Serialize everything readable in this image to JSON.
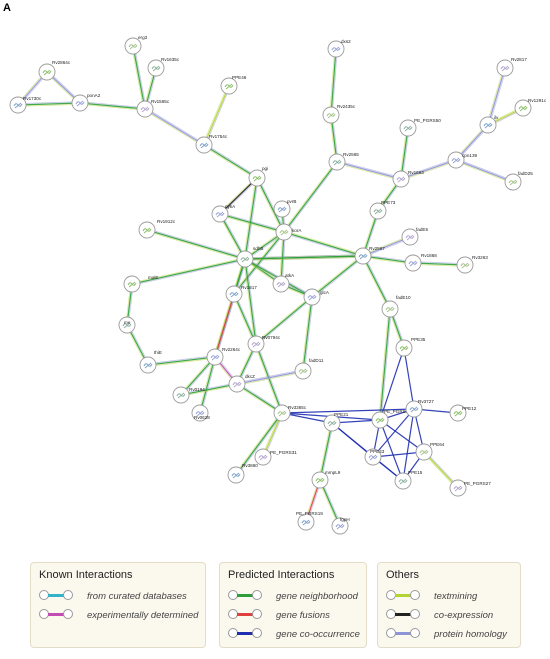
{
  "figure_label": "A",
  "edge_colors": {
    "neighborhood": "#2e9e3a",
    "fusion": "#e0413f",
    "cooccurrence": "#1f2fb0",
    "textmining": "#b3d334",
    "coexpression": "#222222",
    "homology": "#8f94d6",
    "database": "#33b2c9",
    "experimental": "#c24cb2"
  },
  "nodes": [
    {
      "id": "Rv2864c",
      "label": "Rv2864c"
    },
    {
      "id": "Rv1730c",
      "label": "Rv1730c"
    },
    {
      "id": "ponA2",
      "label": "ponA2"
    },
    {
      "id": "erg3",
      "label": "erg3"
    },
    {
      "id": "Rv1635c",
      "label": "Rv1635c"
    },
    {
      "id": "Rv1565c",
      "label": "Rv1565c"
    },
    {
      "id": "PPE46",
      "label": "PPE46"
    },
    {
      "id": "Rv1754c",
      "label": "Rv1754c"
    },
    {
      "id": "dxs2",
      "label": "dxs2"
    },
    {
      "id": "Rv2435c",
      "label": "Rv2435c"
    },
    {
      "id": "PE_PGRS50",
      "label": "PE_PGRS50"
    },
    {
      "id": "Rv2817",
      "label": "Rv2817"
    },
    {
      "id": "Rv1291c",
      "label": "Rv1291c"
    },
    {
      "id": "ilv",
      "label": "ilv"
    },
    {
      "id": "cpn139",
      "label": "cpn139"
    },
    {
      "id": "fadD25",
      "label": "fadD25"
    },
    {
      "id": "Rv2565",
      "label": "Rv2565"
    },
    {
      "id": "Rv1663",
      "label": "Rv1663"
    },
    {
      "id": "pgi",
      "label": "pgi"
    },
    {
      "id": "pvrB",
      "label": "pvrB"
    },
    {
      "id": "pykA",
      "label": "pykA"
    },
    {
      "id": "korA",
      "label": "korA"
    },
    {
      "id": "PPE73",
      "label": "PPE73"
    },
    {
      "id": "fadE5",
      "label": "fadE5"
    },
    {
      "id": "Rv1912c",
      "label": "Rv1912c"
    },
    {
      "id": "Rv2567",
      "label": "Rv2567"
    },
    {
      "id": "Rv1868",
      "label": "Rv1868"
    },
    {
      "id": "Rv3263",
      "label": "Rv3263"
    },
    {
      "id": "sdhB",
      "label": "sdhB"
    },
    {
      "id": "atkA",
      "label": "atkA"
    },
    {
      "id": "malE",
      "label": "malE"
    },
    {
      "id": "Rv1817",
      "label": "Rv1817"
    },
    {
      "id": "glcA",
      "label": "glcA"
    },
    {
      "id": "fadE10",
      "label": "fadE10"
    },
    {
      "id": "me",
      "label": "me"
    },
    {
      "id": "Rv0794c",
      "label": "Rv0794c"
    },
    {
      "id": "PPE35",
      "label": "PPE35"
    },
    {
      "id": "thiE",
      "label": "thiE"
    },
    {
      "id": "Rv2264c",
      "label": "Rv2264c"
    },
    {
      "id": "fadD11",
      "label": "fadD11"
    },
    {
      "id": "Rv0194",
      "label": "Rv0194"
    },
    {
      "id": "dkcZ",
      "label": "dkcZ"
    },
    {
      "id": "PE_PGRS53",
      "label": "PE_PGRS53"
    },
    {
      "id": "Rv3727",
      "label": "Rv3727"
    },
    {
      "id": "Rv0628",
      "label": "Rv0628"
    },
    {
      "id": "Rv3365c",
      "label": "Rv3365c"
    },
    {
      "id": "PPE21",
      "label": "PPE21"
    },
    {
      "id": "PE_PGRS31",
      "label": "PE_PGRS31"
    },
    {
      "id": "PPE12",
      "label": "PPE12"
    },
    {
      "id": "Rv3860",
      "label": "Rv3860"
    },
    {
      "id": "PPE43",
      "label": "PPE43"
    },
    {
      "id": "PPE64",
      "label": "PPE64"
    },
    {
      "id": "PPE15",
      "label": "PPE15"
    },
    {
      "id": "PE_PGRS27",
      "label": "PE_PGRS27"
    },
    {
      "id": "mmpL9",
      "label": "mmpL9"
    },
    {
      "id": "PE_PGRS19",
      "label": "PE_PGRS19"
    },
    {
      "id": "fgpH",
      "label": "fgpH"
    }
  ],
  "edges": [
    [
      "Rv2864c",
      "Rv1730c",
      "homology"
    ],
    [
      "Rv2864c",
      "ponA2",
      "homology"
    ],
    [
      "Rv1730c",
      "ponA2",
      "neighborhood"
    ],
    [
      "ponA2",
      "Rv1565c",
      "neighborhood"
    ],
    [
      "erg3",
      "Rv1565c",
      "neighborhood"
    ],
    [
      "Rv1635c",
      "Rv1565c",
      "neighborhood"
    ],
    [
      "Rv1565c",
      "Rv1754c",
      "homology"
    ],
    [
      "PPE46",
      "Rv1754c",
      "textmining"
    ],
    [
      "Rv1754c",
      "pgi",
      "neighborhood"
    ],
    [
      "dxs2",
      "Rv2435c",
      "neighborhood"
    ],
    [
      "Rv2435c",
      "Rv2565",
      "neighborhood"
    ],
    [
      "Rv2565",
      "Rv1663",
      "homology"
    ],
    [
      "Rv2565",
      "korA",
      "neighborhood"
    ],
    [
      "Rv1663",
      "cpn139",
      "homology"
    ],
    [
      "PE_PGRS50",
      "Rv1663",
      "neighborhood"
    ],
    [
      "Rv2817",
      "ilv",
      "homology"
    ],
    [
      "Rv1291c",
      "ilv",
      "textmining"
    ],
    [
      "ilv",
      "cpn139",
      "homology"
    ],
    [
      "cpn139",
      "fadD25",
      "homology"
    ],
    [
      "Rv1663",
      "PPE73",
      "neighborhood"
    ],
    [
      "PPE73",
      "Rv2567",
      "neighborhood"
    ],
    [
      "fadE5",
      "Rv2567",
      "homology"
    ],
    [
      "Rv2567",
      "Rv1868",
      "neighborhood"
    ],
    [
      "Rv1868",
      "Rv3263",
      "neighborhood"
    ],
    [
      "Rv2567",
      "fadE10",
      "neighborhood"
    ],
    [
      "Rv2567",
      "korA",
      "neighborhood"
    ],
    [
      "Rv2567",
      "sdhB",
      "neighborhood"
    ],
    [
      "Rv2567",
      "glcA",
      "neighborhood"
    ],
    [
      "pgi",
      "pykA",
      "coexpression"
    ],
    [
      "pgi",
      "korA",
      "neighborhood"
    ],
    [
      "pgi",
      "sdhB",
      "neighborhood"
    ],
    [
      "pvrB",
      "korA",
      "neighborhood"
    ],
    [
      "pykA",
      "sdhB",
      "neighborhood"
    ],
    [
      "pykA",
      "korA",
      "neighborhood"
    ],
    [
      "korA",
      "sdhB",
      "neighborhood"
    ],
    [
      "korA",
      "atkA",
      "neighborhood"
    ],
    [
      "korA",
      "Rv1817",
      "neighborhood"
    ],
    [
      "Rv1912c",
      "sdhB",
      "neighborhood"
    ],
    [
      "sdhB",
      "atkA",
      "neighborhood"
    ],
    [
      "sdhB",
      "malE",
      "neighborhood"
    ],
    [
      "sdhB",
      "Rv1817",
      "neighborhood"
    ],
    [
      "sdhB",
      "glcA",
      "neighborhood"
    ],
    [
      "sdhB",
      "Rv0794c",
      "neighborhood"
    ],
    [
      "sdhB",
      "Rv2264c",
      "neighborhood"
    ],
    [
      "sdhB",
      "Rv2567",
      "neighborhood"
    ],
    [
      "atkA",
      "glcA",
      "neighborhood"
    ],
    [
      "malE",
      "me",
      "neighborhood"
    ],
    [
      "me",
      "thiE",
      "neighborhood"
    ],
    [
      "Rv1817",
      "Rv2264c",
      "fusion"
    ],
    [
      "Rv1817",
      "Rv0794c",
      "neighborhood"
    ],
    [
      "glcA",
      "Rv0794c",
      "neighborhood"
    ],
    [
      "glcA",
      "fadD11",
      "neighborhood"
    ],
    [
      "Rv0794c",
      "dkcZ",
      "neighborhood"
    ],
    [
      "Rv0794c",
      "Rv3365c",
      "neighborhood"
    ],
    [
      "thiE",
      "Rv2264c",
      "neighborhood"
    ],
    [
      "Rv2264c",
      "Rv0194",
      "neighborhood"
    ],
    [
      "Rv2264c",
      "dkcZ",
      "experimental"
    ],
    [
      "Rv2264c",
      "Rv0628",
      "neighborhood"
    ],
    [
      "Rv0194",
      "dkcZ",
      "neighborhood"
    ],
    [
      "dkcZ",
      "fadD11",
      "homology"
    ],
    [
      "dkcZ",
      "Rv3365c",
      "neighborhood"
    ],
    [
      "fadE10",
      "PPE35",
      "neighborhood"
    ],
    [
      "fadE10",
      "PE_PGRS53",
      "neighborhood"
    ],
    [
      "Rv3365c",
      "PE_PGRS31",
      "textmining"
    ],
    [
      "Rv3365c",
      "Rv3860",
      "neighborhood"
    ],
    [
      "Rv3365c",
      "PPE21",
      "cooccurrence"
    ],
    [
      "Rv3365c",
      "PE_PGRS53",
      "cooccurrence"
    ],
    [
      "Rv3365c",
      "Rv3727",
      "cooccurrence"
    ],
    [
      "PPE21",
      "PE_PGRS53",
      "cooccurrence"
    ],
    [
      "PPE21",
      "mmpL9",
      "neighborhood"
    ],
    [
      "PPE35",
      "PE_PGRS53",
      "cooccurrence"
    ],
    [
      "PPE35",
      "Rv3727",
      "cooccurrence"
    ],
    [
      "PE_PGRS53",
      "Rv3727",
      "cooccurrence"
    ],
    [
      "PE_PGRS53",
      "PPE43",
      "cooccurrence"
    ],
    [
      "PE_PGRS53",
      "PPE64",
      "cooccurrence"
    ],
    [
      "PE_PGRS53",
      "PPE15",
      "cooccurrence"
    ],
    [
      "Rv3727",
      "PPE12",
      "cooccurrence"
    ],
    [
      "Rv3727",
      "PPE64",
      "cooccurrence"
    ],
    [
      "Rv3727",
      "PPE43",
      "cooccurrence"
    ],
    [
      "Rv3727",
      "PPE15",
      "cooccurrence"
    ],
    [
      "PPE43",
      "PPE15",
      "cooccurrence"
    ],
    [
      "PPE43",
      "PPE64",
      "cooccurrence"
    ],
    [
      "PPE64",
      "PPE15",
      "cooccurrence"
    ],
    [
      "PPE64",
      "PE_PGRS27",
      "textmining"
    ],
    [
      "PPE21",
      "PPE43",
      "cooccurrence"
    ],
    [
      "PPE21",
      "PPE15",
      "cooccurrence"
    ],
    [
      "mmpL9",
      "PE_PGRS19",
      "fusion"
    ],
    [
      "mmpL9",
      "fgpH",
      "neighborhood"
    ]
  ],
  "legend": {
    "known": {
      "title": "Known Interactions",
      "items": [
        {
          "label": "from curated databases",
          "type": "database"
        },
        {
          "label": "experimentally determined",
          "type": "experimental"
        }
      ]
    },
    "predicted": {
      "title": "Predicted Interactions",
      "items": [
        {
          "label": "gene neighborhood",
          "type": "neighborhood"
        },
        {
          "label": "gene fusions",
          "type": "fusion"
        },
        {
          "label": "gene co-occurrence",
          "type": "cooccurrence"
        }
      ]
    },
    "others": {
      "title": "Others",
      "items": [
        {
          "label": "textmining",
          "type": "textmining"
        },
        {
          "label": "co-expression",
          "type": "coexpression"
        },
        {
          "label": "protein homology",
          "type": "homology"
        }
      ]
    }
  }
}
